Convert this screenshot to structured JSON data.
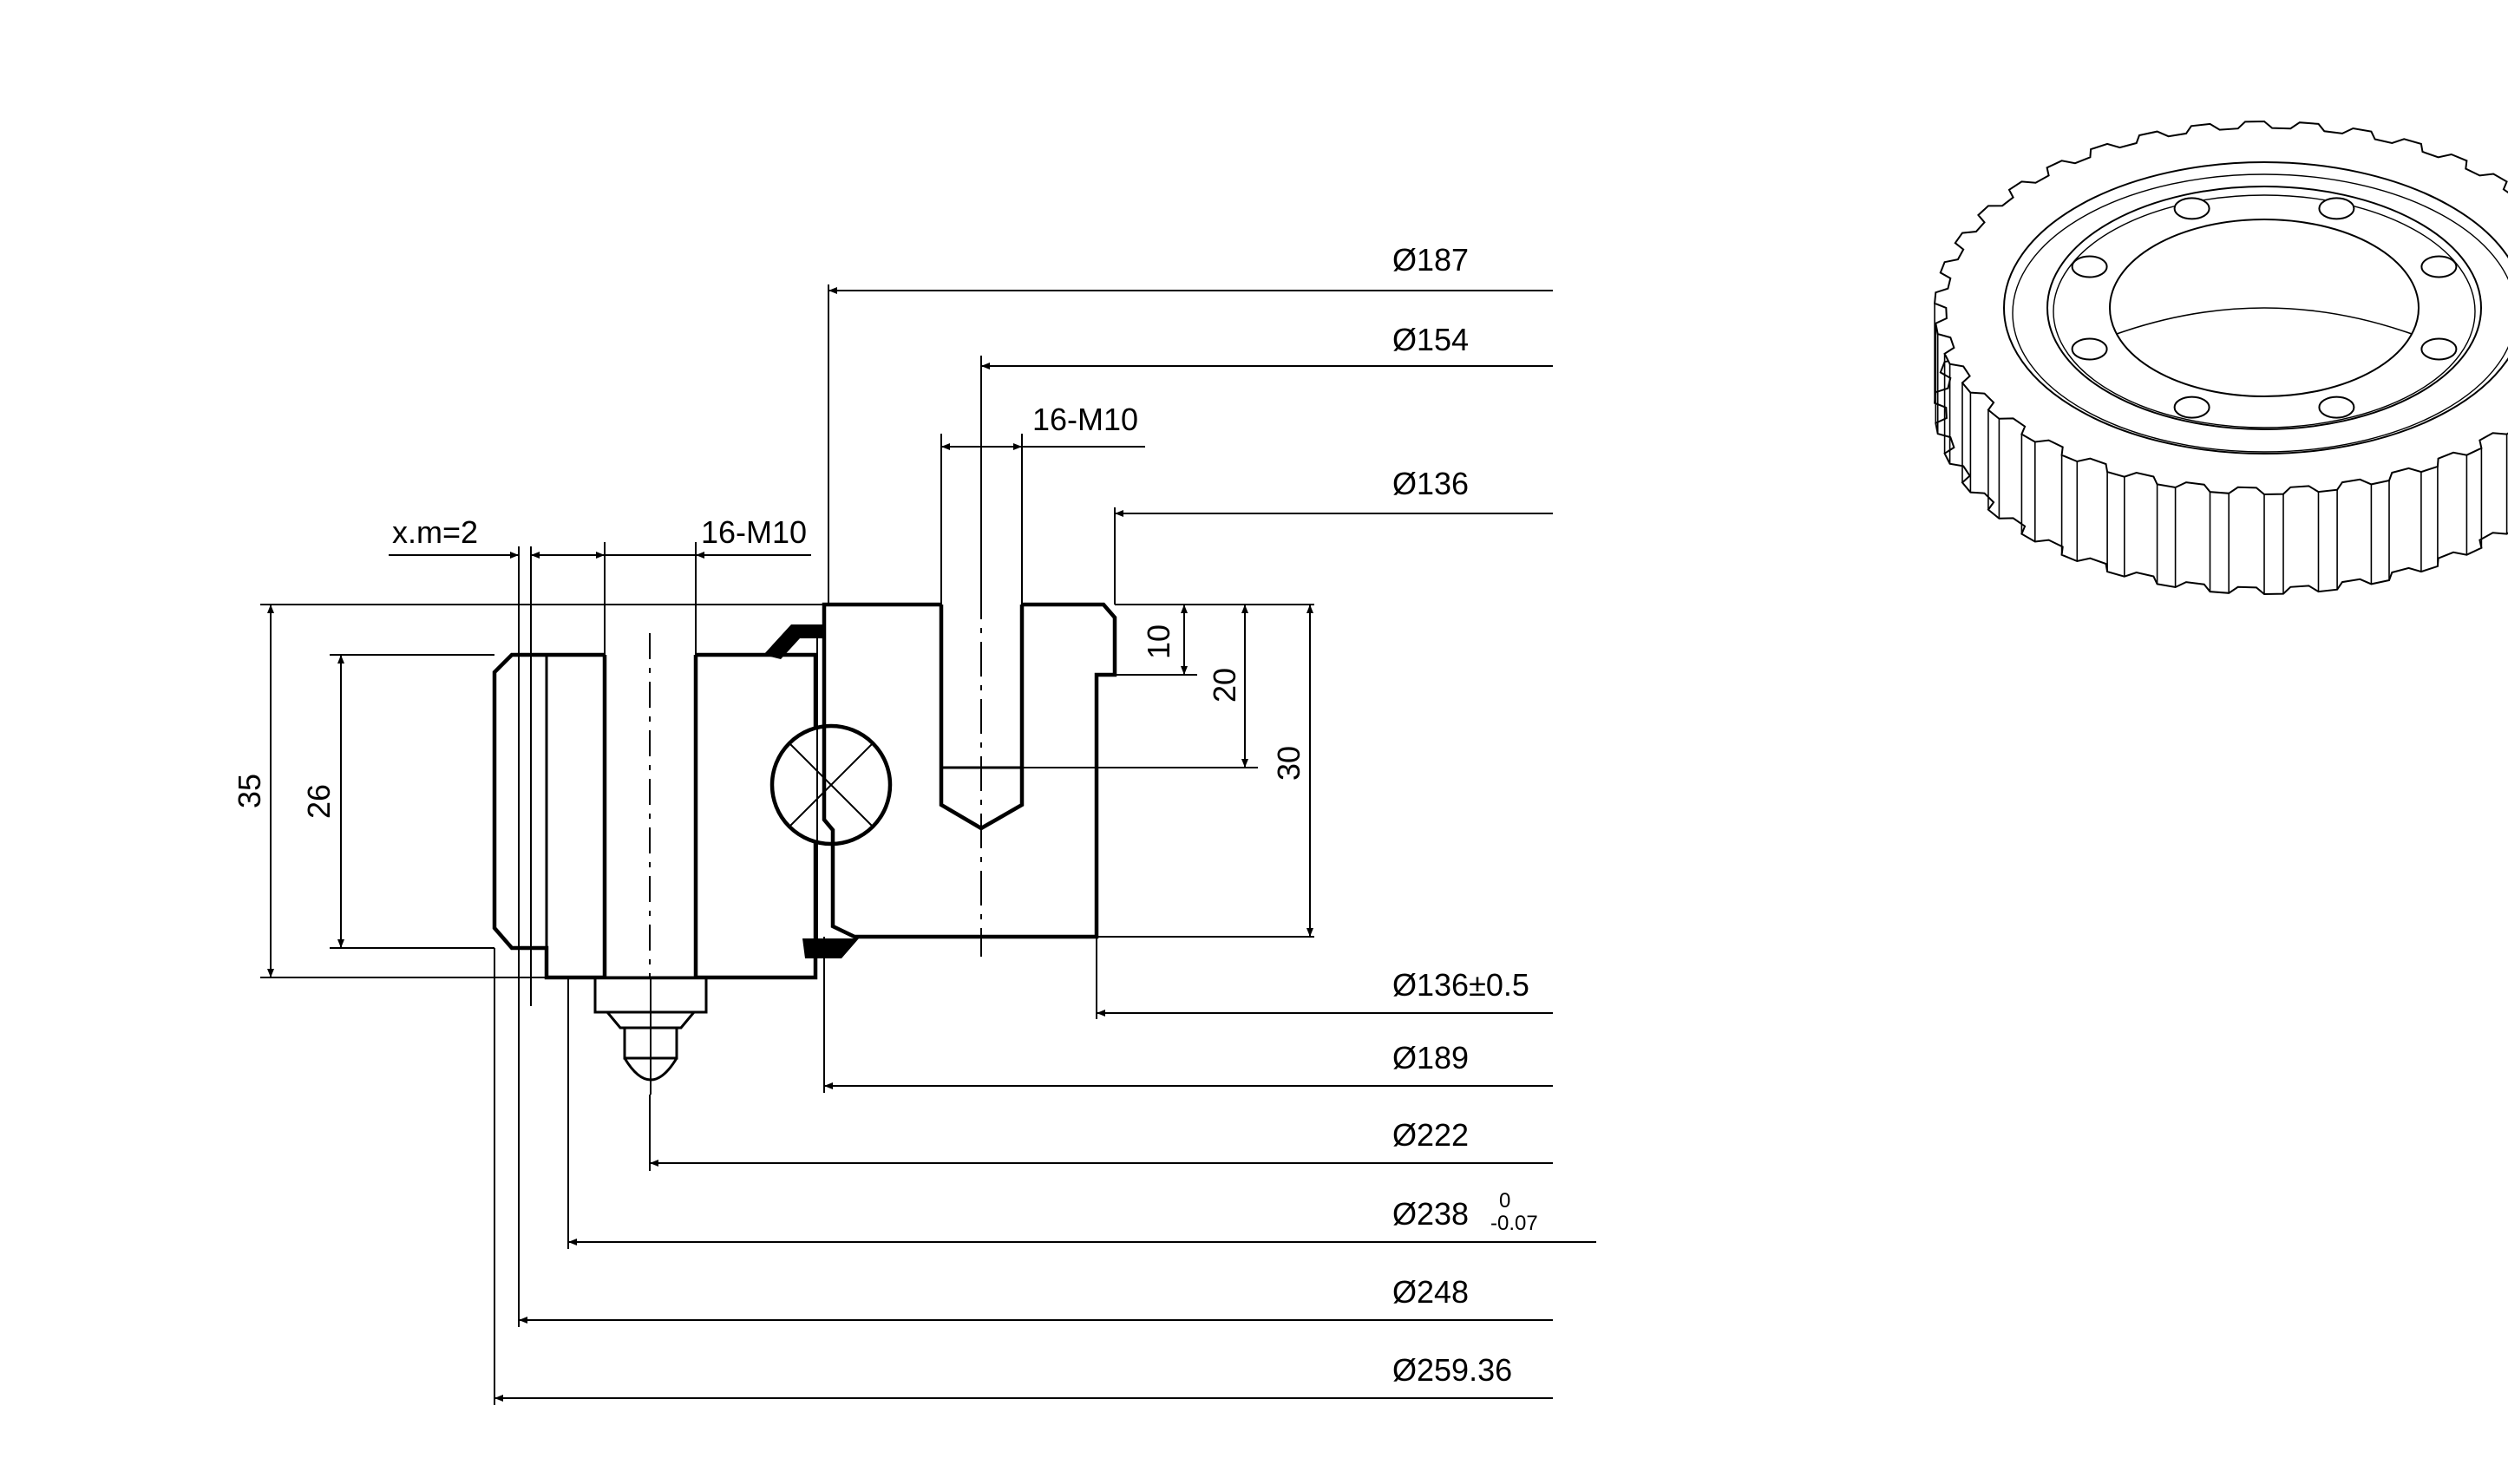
{
  "drawing": {
    "section_dims": {
      "height_total": "35",
      "height_outer_ring": "26",
      "depth_10": "10",
      "depth_20": "20",
      "height_inner_ring": "30",
      "profile_shift": "x.m=2",
      "outer_bolt": "16-M10",
      "inner_bolt": "16-M10"
    },
    "diameters": {
      "d187": "Ø187",
      "d154": "Ø154",
      "d136": "Ø136",
      "d136_tol": "Ø136±0.5",
      "d189": "Ø189",
      "d222": "Ø222",
      "d238": "Ø238",
      "d238_tol_upper": "0",
      "d238_tol_lower": "-0.07",
      "d248": "Ø248",
      "d259": "Ø259.36"
    }
  },
  "colors": {
    "line": "#000000",
    "background": "#ffffff",
    "seal": "#000000"
  },
  "icons": {
    "iso_view": "external-gear-slewing-ring-3d"
  }
}
